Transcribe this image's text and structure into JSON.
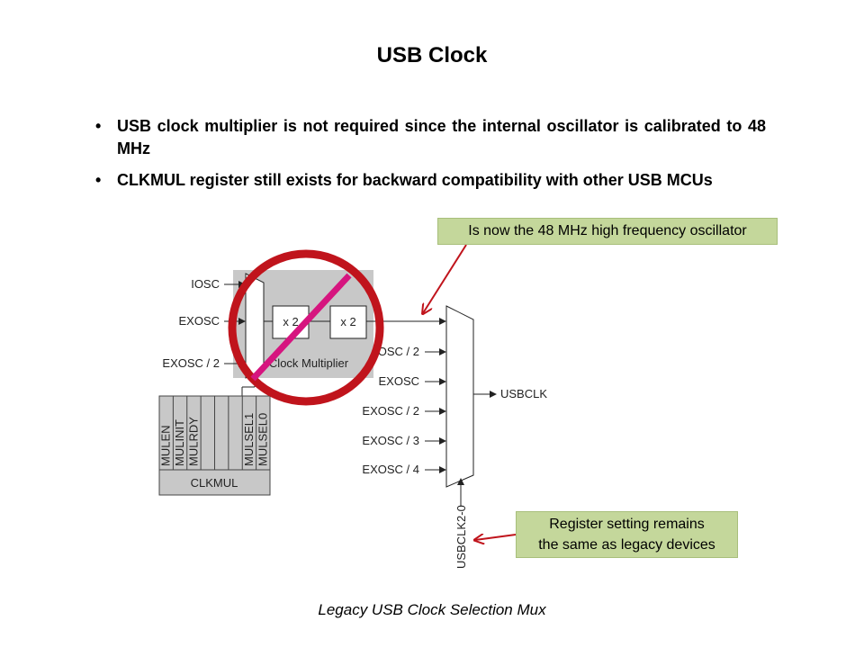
{
  "slide": {
    "title": "USB Clock",
    "bullets": [
      "USB clock multiplier is not required since the internal oscillator is calibrated to 48 MHz",
      "CLKMUL register still exists for backward compatibility with other USB MCUs"
    ],
    "bullet_glyph": "•",
    "caption": "Legacy USB Clock Selection Mux"
  },
  "callouts": {
    "oscillator": "Is now the 48 MHz high frequency oscillator",
    "register_line1": "Register setting remains",
    "register_line2": "the same as legacy devices"
  },
  "diagram": {
    "left_inputs": [
      "IOSC",
      "EXOSC",
      "EXOSC / 2"
    ],
    "multiplier_stage1": "x 2",
    "multiplier_stage2": "x 2",
    "multiplier_label": "Clock Multiplier",
    "register_bits": [
      "MULEN",
      "MULINIT",
      "MULRDY",
      "",
      "",
      "",
      "MULSEL1",
      "MULSEL0"
    ],
    "register_name": "CLKMUL",
    "mux_inputs": [
      "IOSC / 2",
      "EXOSC",
      "EXOSC / 2",
      "EXOSC / 3",
      "EXOSC / 4"
    ],
    "mux_output": "USBCLK",
    "mux_select": "USBCLK2-0",
    "colors": {
      "block_fill": "#c8c8c8",
      "no_circle": "#c0141c",
      "strike_line": "#d6157f",
      "arrow": "#c0141c",
      "callout_fill": "#c4d79b"
    }
  }
}
